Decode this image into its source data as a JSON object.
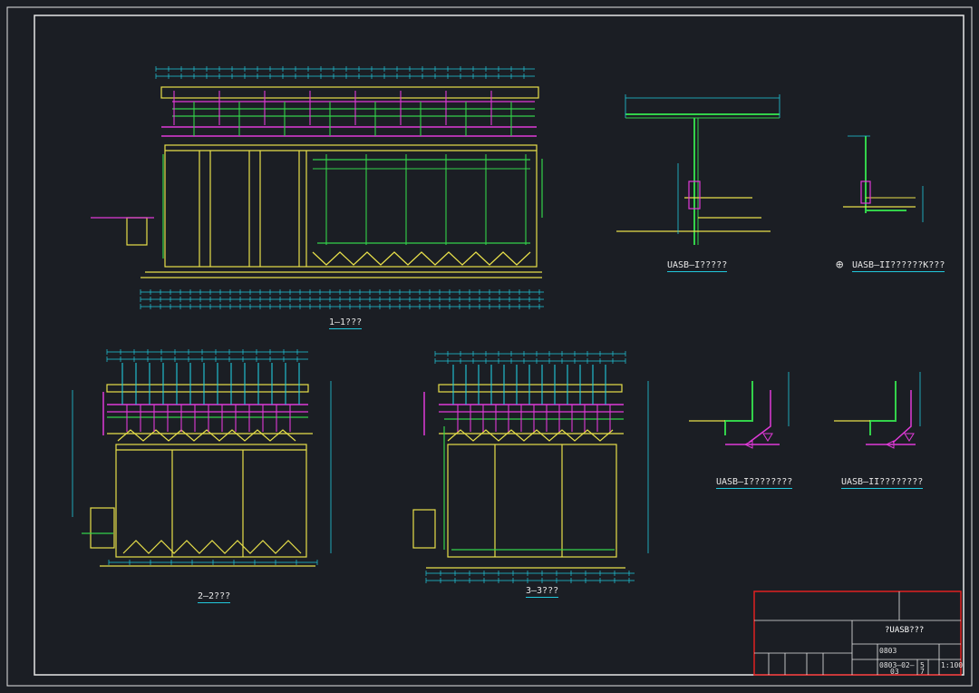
{
  "colors": {
    "background": "#1b1e24",
    "frame": "#e6e6e6",
    "structure": "#e8e04a",
    "dimension": "#21c8dc",
    "pipe_green": "#33d24a",
    "pipe_magenta": "#e03ad8",
    "titleblock_border": "#e02020"
  },
  "drawing": {
    "views": [
      {
        "id": "section-1-1",
        "label": "1—1???"
      },
      {
        "id": "section-2-2",
        "label": "2—2???"
      },
      {
        "id": "section-3-3",
        "label": "3—3???"
      },
      {
        "id": "detail-a",
        "label": "UASB—I?????"
      },
      {
        "id": "detail-b",
        "label": "UASB—II??????K???"
      },
      {
        "id": "detail-c",
        "label": "UASB—I????????"
      },
      {
        "id": "detail-d",
        "label": "UASB—II????????"
      }
    ],
    "symbol": "⊕"
  },
  "title_block": {
    "drawing_name": "?UASB???",
    "project_code": "0803",
    "drawing_no": "0803—02—",
    "sheet": "03",
    "scale": "1:100",
    "page": "5",
    "total": "7"
  }
}
